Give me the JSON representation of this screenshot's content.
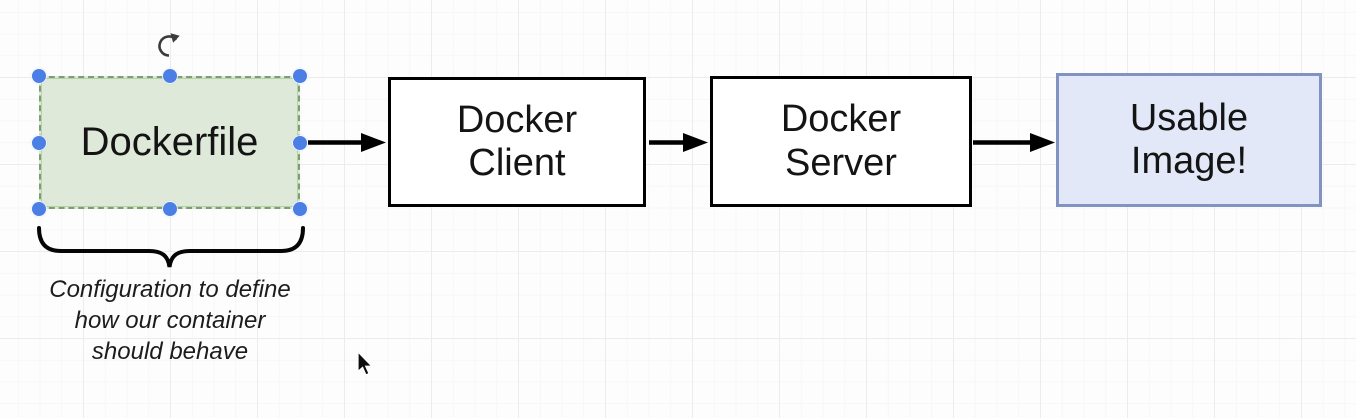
{
  "diagram": {
    "nodes": {
      "dockerfile": {
        "label": "Dockerfile"
      },
      "docker_client": {
        "line1": "Docker",
        "line2": "Client"
      },
      "docker_server": {
        "line1": "Docker",
        "line2": "Server"
      },
      "usable_image": {
        "line1": "Usable",
        "line2": "Image!"
      }
    },
    "annotation": {
      "line1": "Configuration to define",
      "line2": "how our container",
      "line3": "should behave"
    },
    "colors": {
      "dockerfile_fill": "#dfe9da",
      "dockerfile_border": "#7d9e70",
      "plain_node_fill": "#ffffff",
      "plain_node_border": "#000000",
      "usable_image_fill": "#e2e8f7",
      "usable_image_border": "#8292c1",
      "selection_handle": "#4b7fe5",
      "connector": "#000000",
      "text": "#141414"
    }
  }
}
